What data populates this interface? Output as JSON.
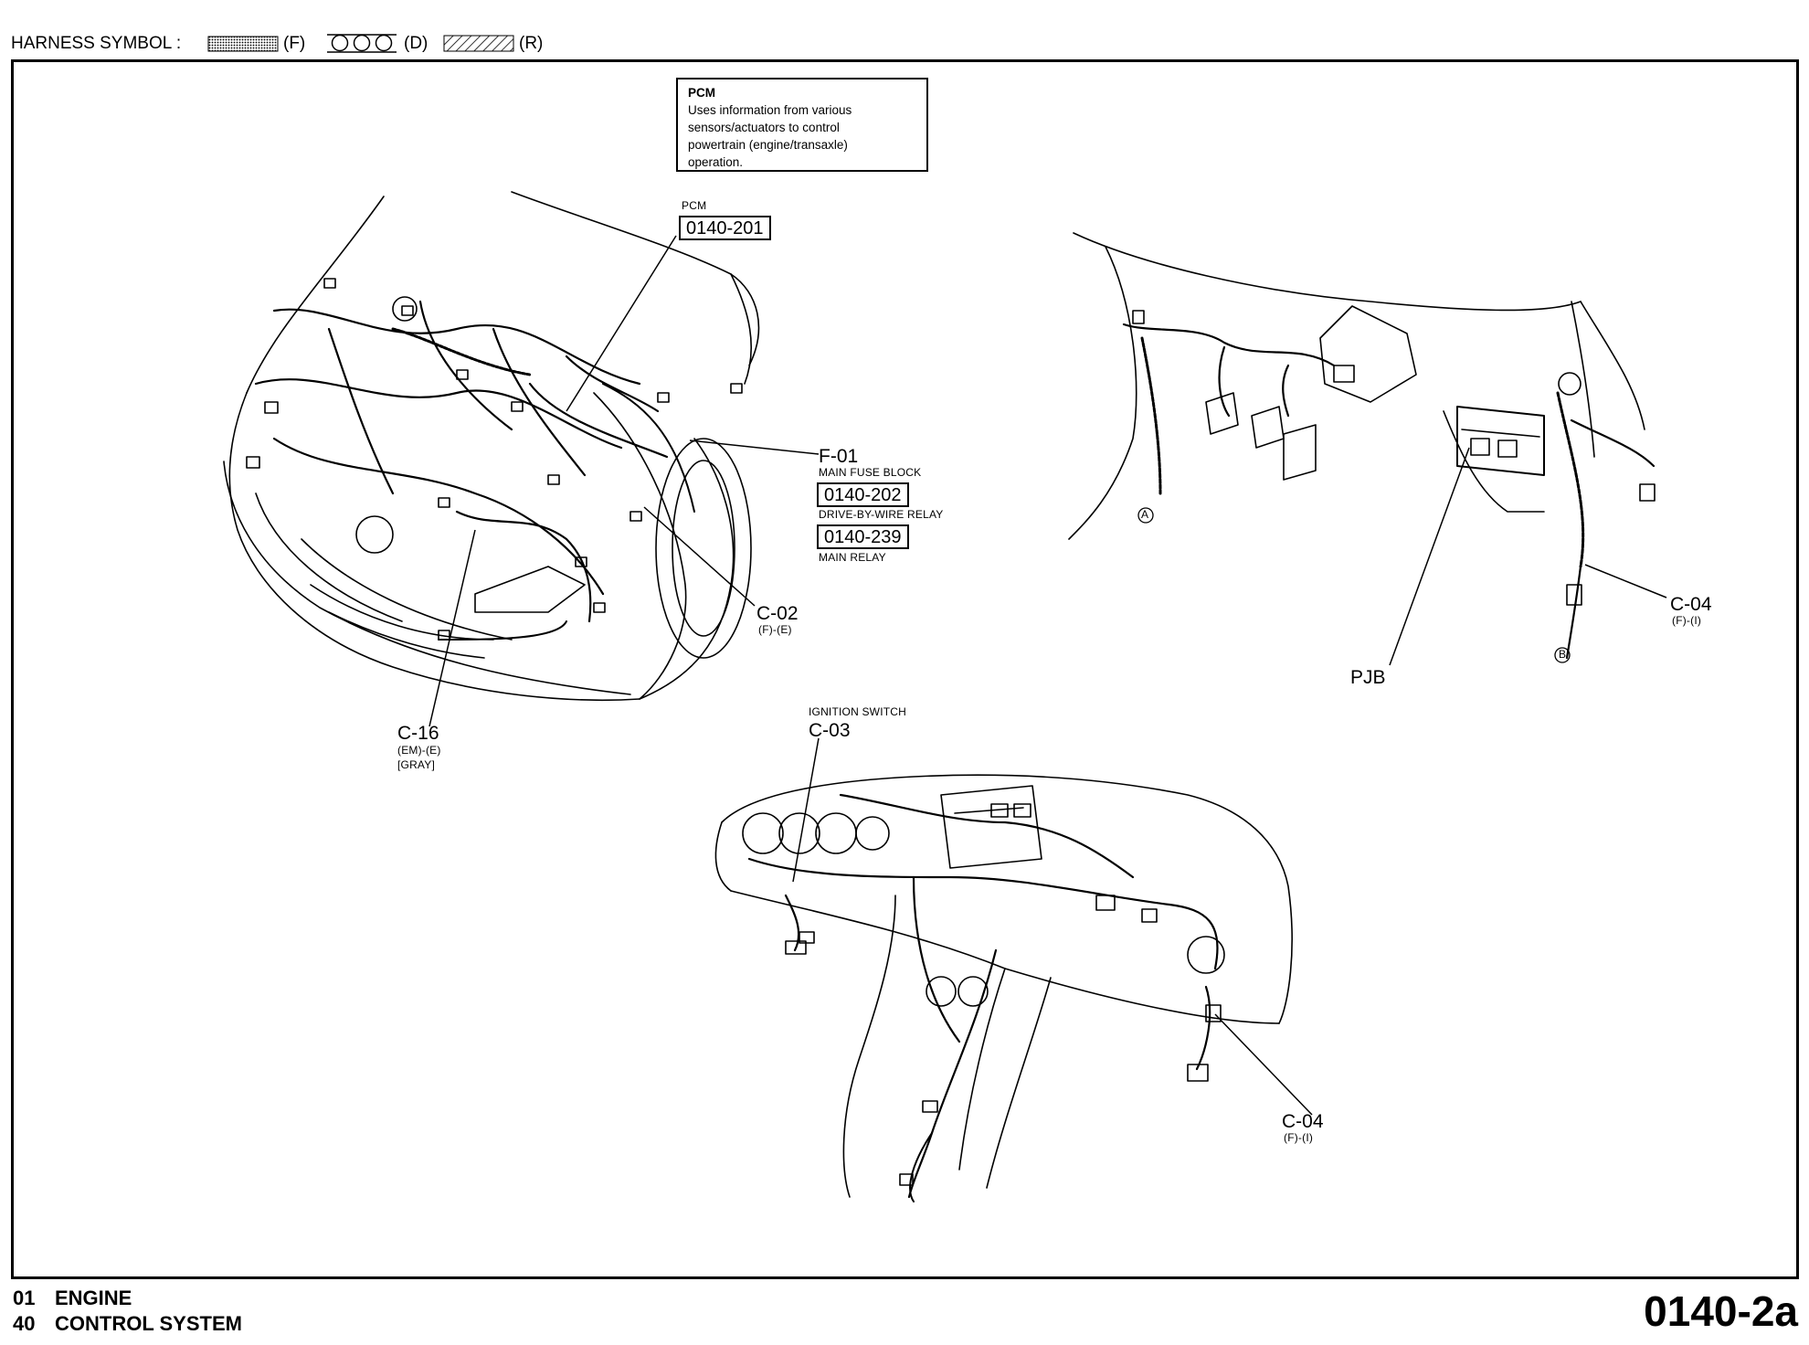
{
  "header": {
    "harness_symbol_label": "HARNESS SYMBOL :",
    "legend": [
      {
        "code": "(F)",
        "style": "dotted"
      },
      {
        "code": "(D)",
        "style": "circles"
      },
      {
        "code": "(R)",
        "style": "hatched"
      }
    ]
  },
  "pcm_info": {
    "title": "PCM",
    "lines": [
      "Uses information from various",
      "sensors/actuators to control",
      "powertrain (engine/transaxle)",
      "operation."
    ]
  },
  "components": {
    "pcm": {
      "label": "PCM",
      "ref": "0140-201"
    },
    "f01": {
      "code": "F-01",
      "desc": "MAIN FUSE BLOCK",
      "refs": [
        "0140-202",
        "0140-239"
      ],
      "ref1_desc": "DRIVE-BY-WIRE RELAY",
      "ref2_desc": "MAIN RELAY"
    },
    "c02": {
      "code": "C-02",
      "sub": "(F)-(E)"
    },
    "c16": {
      "code": "C-16",
      "sub": "(EM)-(E)",
      "color": "[GRAY]"
    },
    "c03": {
      "desc": "IGNITION SWITCH",
      "code": "C-03"
    },
    "c04_upper": {
      "code": "C-04",
      "sub": "(F)-(I)"
    },
    "c04_lower": {
      "code": "C-04",
      "sub": "(F)-(I)"
    },
    "pjb": {
      "code": "PJB"
    },
    "point_a": "A",
    "point_b": "B"
  },
  "footer": {
    "line1_num": "01",
    "line1_text": "ENGINE",
    "line2_num": "40",
    "line2_text": "CONTROL SYSTEM",
    "page_code": "0140-2a"
  }
}
